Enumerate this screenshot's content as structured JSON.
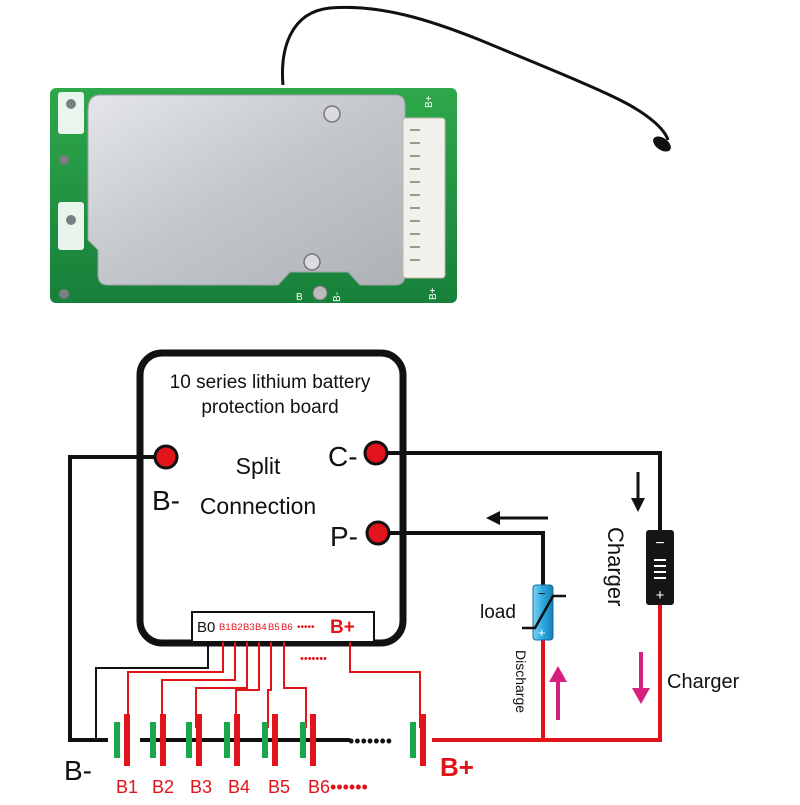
{
  "board": {
    "title_line1": "10 series lithium battery",
    "title_line2": "protection board",
    "center_line1": "Split",
    "center_line2": "Connection",
    "pcb_b_plus_top": "B+",
    "pcb_b_plus_bottom": "B+",
    "pcb_b_left": "B",
    "pcb_b_minus": "B-"
  },
  "terminals": {
    "b_minus": "B-",
    "c_minus": "C-",
    "p_minus": "P-"
  },
  "connector": {
    "b0": "B0",
    "pins": [
      "B1",
      "B2",
      "B3",
      "B4",
      "B5",
      "B6"
    ],
    "dots": "•••••",
    "b_plus": "B+",
    "dots_below": "•••••••"
  },
  "circuit": {
    "load_label": "load",
    "discharge_label": "Discharge",
    "charger_vertical": "Charger",
    "charger_right": "Charger",
    "battery_neg": "B-",
    "battery_pos": "B+",
    "chain_dots": "•••••••",
    "cell_labels": [
      "B1",
      "B2",
      "B3",
      "B4",
      "B5",
      "B6••••••"
    ],
    "charger_minus": "−",
    "charger_plus": "+",
    "load_minus": "−",
    "load_plus": "+"
  },
  "colors": {
    "pcb_green": "#1f8f3a",
    "shield_silver": "#c9ccd0",
    "terminal_red": "#e0141a",
    "wire_black": "#000000",
    "wire_red": "#e0141a",
    "label_red": "#e0141a",
    "cell_green": "#1aa64a",
    "load_blue": "#2aa8e0",
    "arrow_magenta": "#d6207f"
  }
}
